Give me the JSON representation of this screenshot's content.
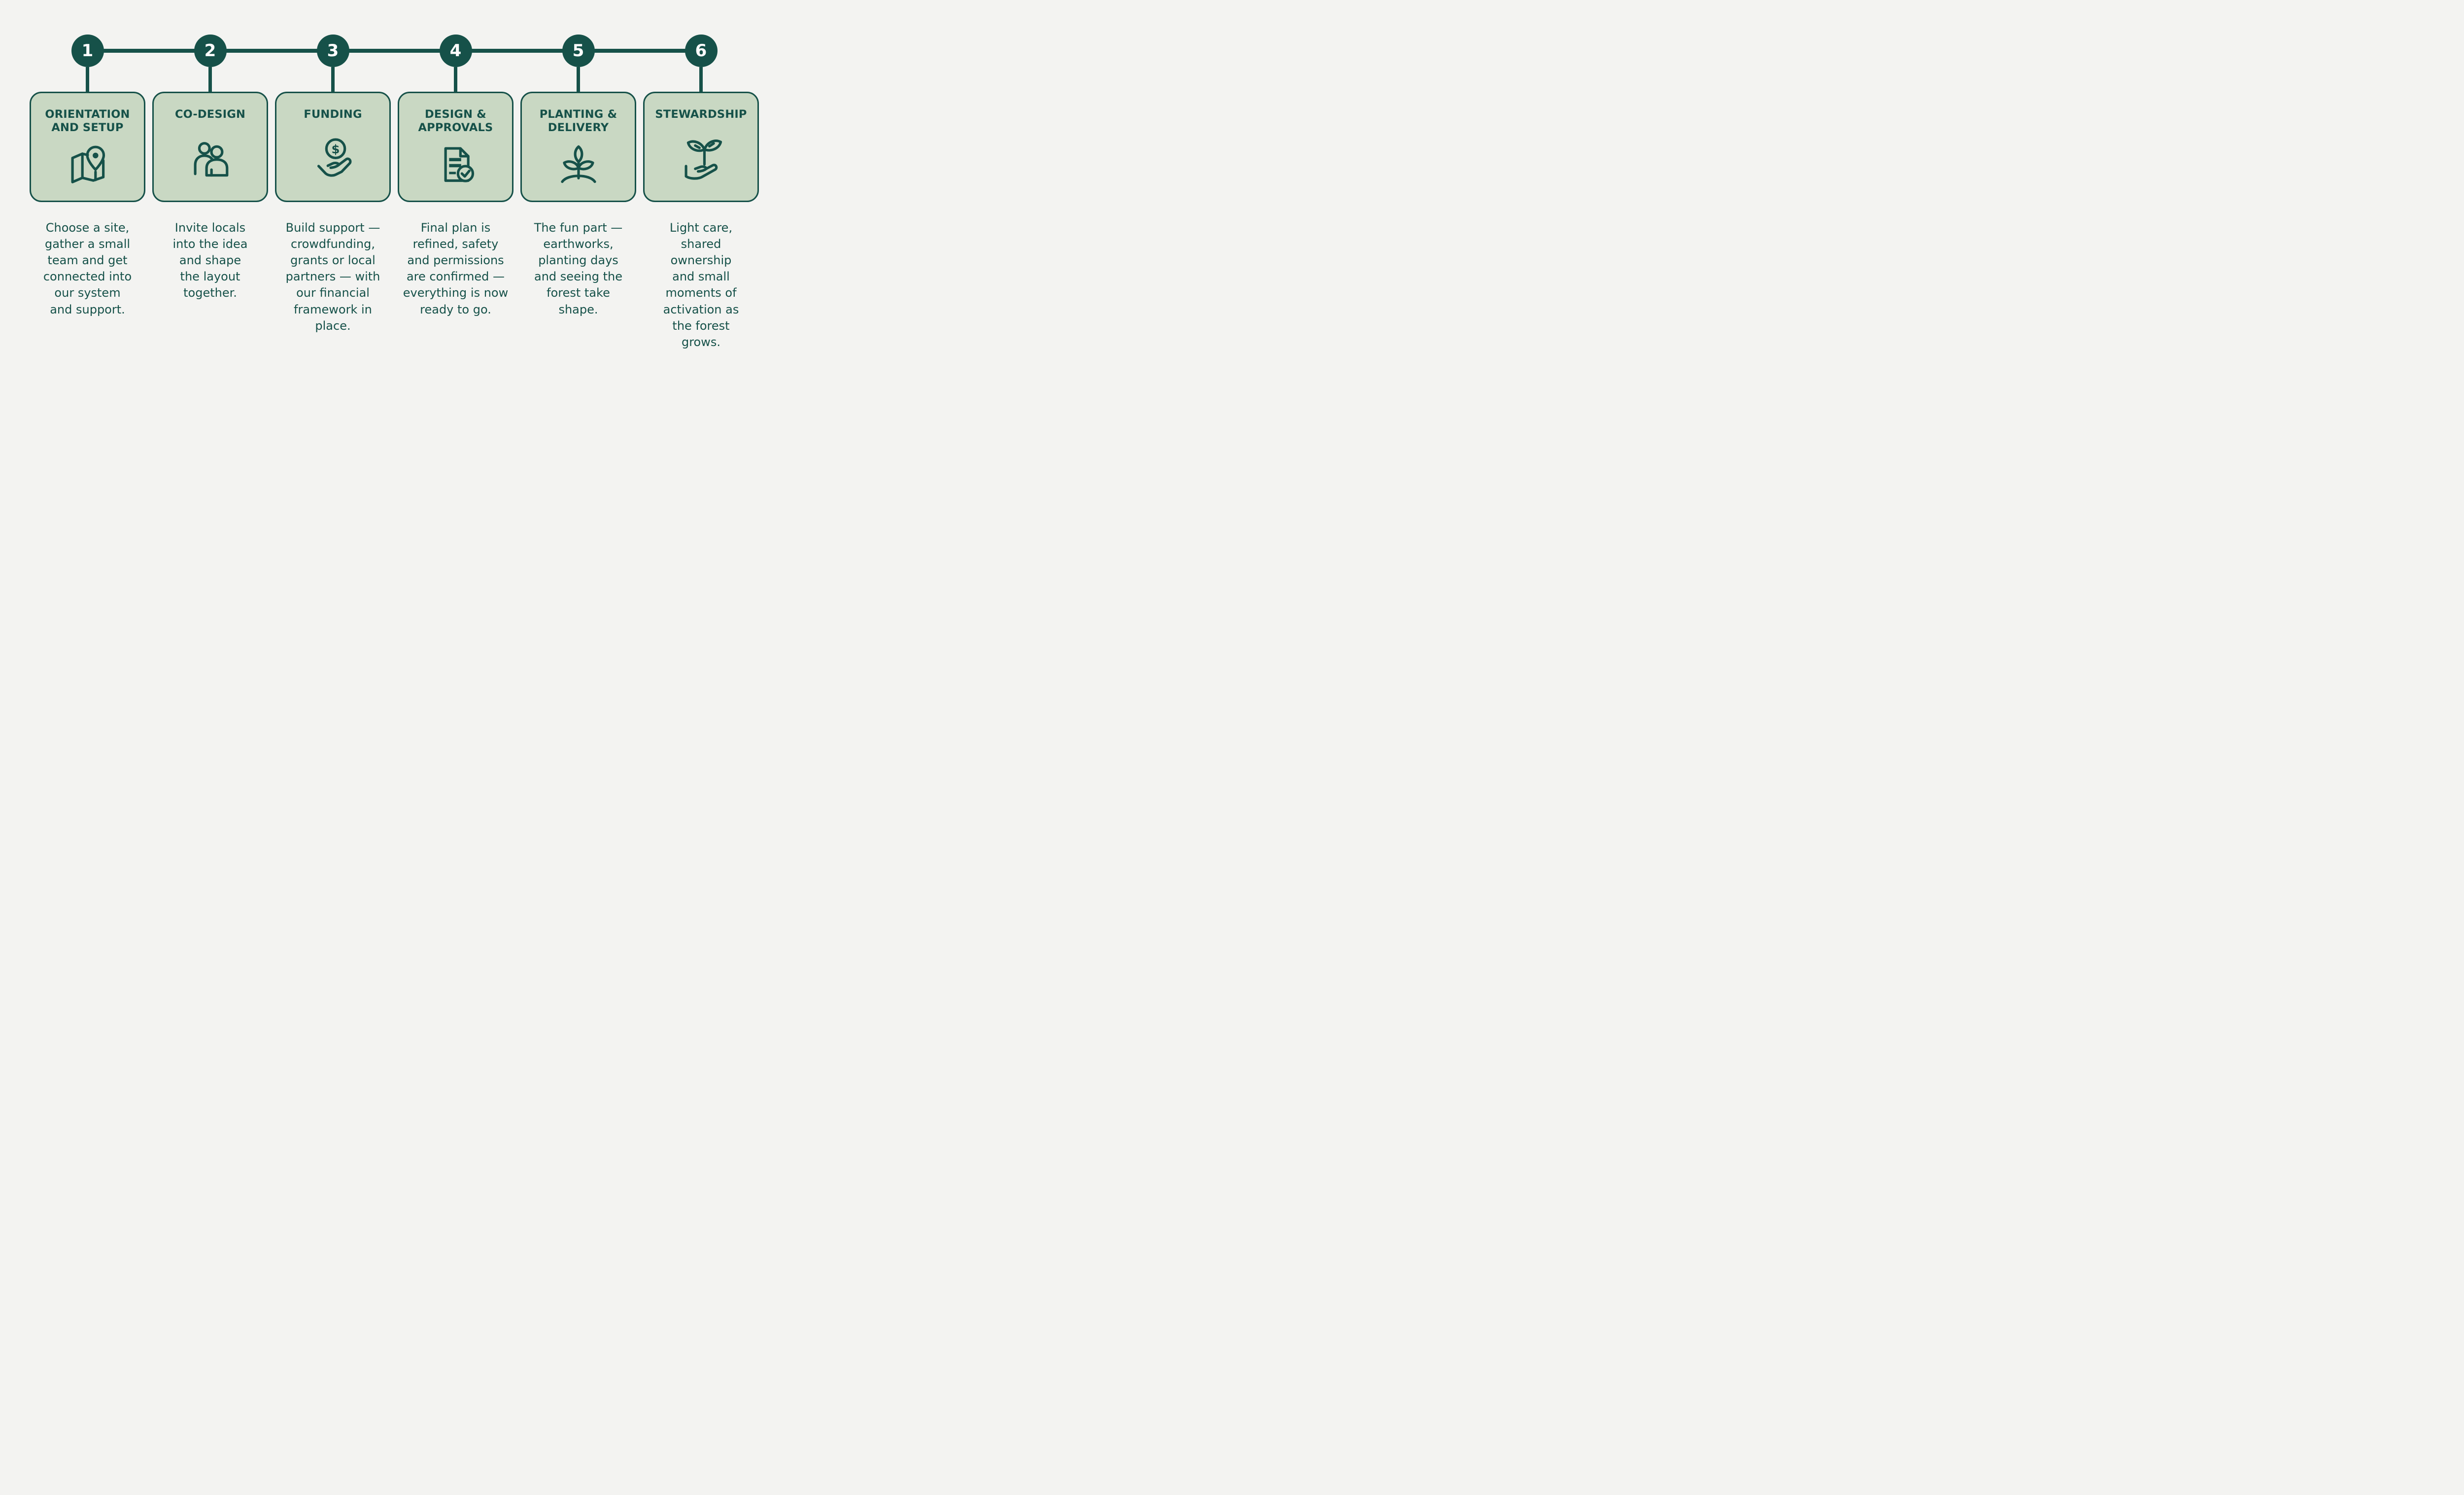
{
  "theme": {
    "background": "#f3f3f1",
    "accent_dark_green": "#165149",
    "card_fill": "#c9d8c3",
    "number_text_color": "#ffffff"
  },
  "timeline": {
    "steps": [
      {
        "number": "1",
        "title": "ORIENTATION\nAND SETUP",
        "icon": "map-pin-icon",
        "description": "Choose a site,\ngather a small\nteam and get\nconnected into\nour system\nand support."
      },
      {
        "number": "2",
        "title": "CO-DESIGN",
        "icon": "two-people-icon",
        "description": "Invite locals\ninto the idea\nand shape\nthe layout\ntogether."
      },
      {
        "number": "3",
        "title": "FUNDING",
        "icon": "hand-coin-icon",
        "icon_symbol": "$",
        "description": "Build support —\ncrowdfunding,\ngrants or local\npartners — with\nour financial\nframework in\nplace."
      },
      {
        "number": "4",
        "title": "DESIGN &\nAPPROVALS",
        "icon": "document-check-icon",
        "description": "Final plan is\nrefined, safety\nand permissions\nare confirmed —\neverything is now\nready to go."
      },
      {
        "number": "5",
        "title": "PLANTING &\nDELIVERY",
        "icon": "sprout-icon",
        "description": "The fun part —\nearthworks,\nplanting days\nand seeing the\nforest take\nshape."
      },
      {
        "number": "6",
        "title": "STEWARDSHIP",
        "icon": "hand-seedling-icon",
        "description": "Light care,\nshared\nownership\nand small\nmoments of\nactivation as\nthe forest\ngrows."
      }
    ]
  }
}
